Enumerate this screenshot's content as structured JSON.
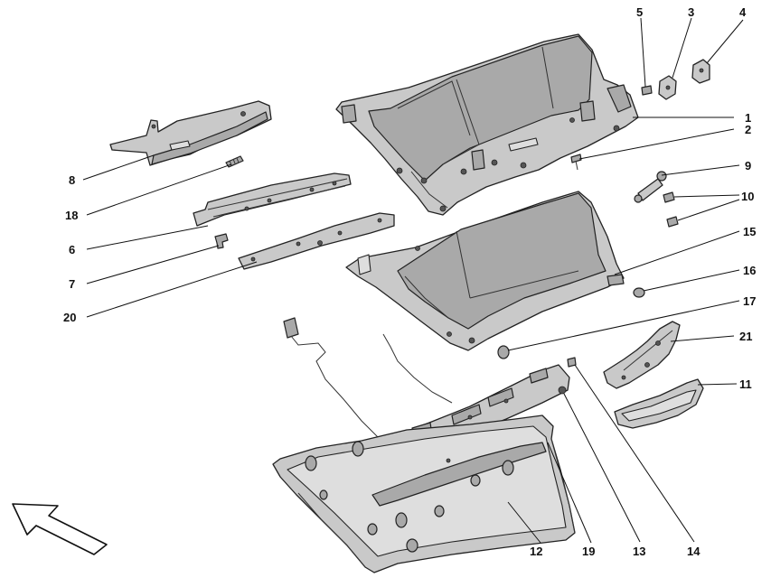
{
  "callouts": {
    "c1": "1",
    "c2": "2",
    "c3": "3",
    "c4": "4",
    "c5": "5",
    "c6": "6",
    "c7": "7",
    "c8": "8",
    "c9": "9",
    "c10": "10",
    "c11": "11",
    "c12": "12",
    "c13": "13",
    "c14": "14",
    "c15": "15",
    "c16": "16",
    "c17": "17",
    "c18": "18",
    "c19": "19",
    "c20": "20",
    "c21": "21"
  },
  "colors": {
    "part_fill": "#c9c9c9",
    "line": "#222222",
    "background": "#ffffff"
  },
  "icons": {
    "direction_indicator": "arrow-up-left-icon"
  }
}
